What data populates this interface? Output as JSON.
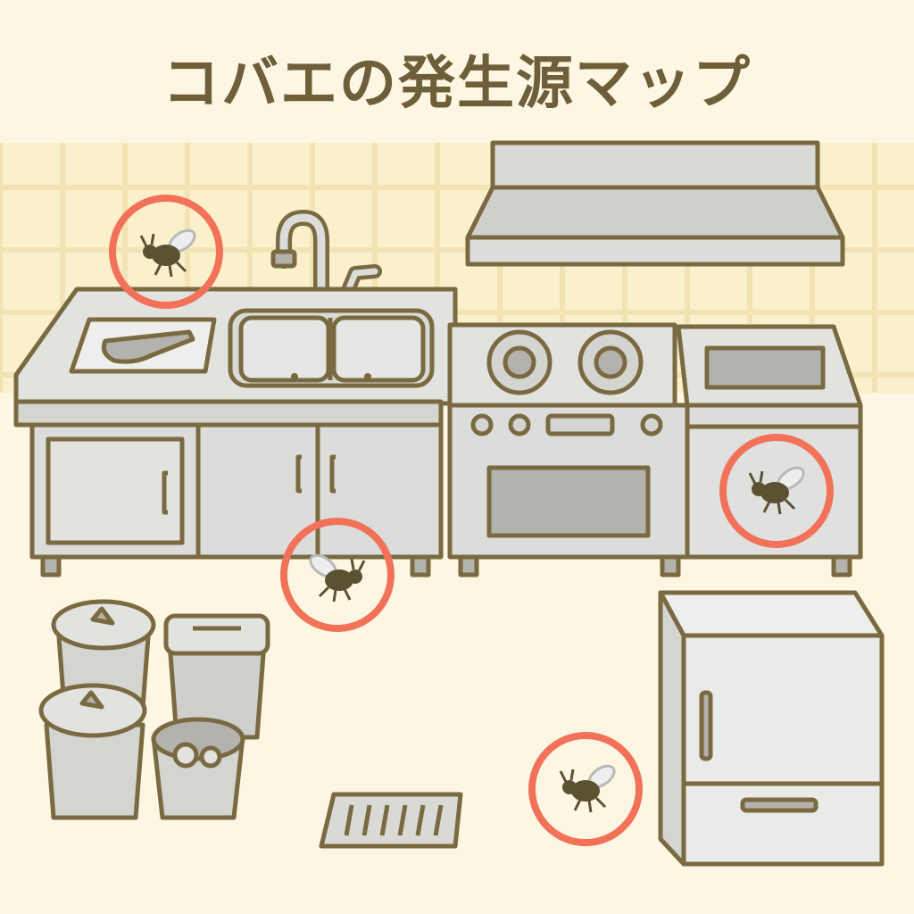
{
  "title": "コバエの発生源マップ",
  "colors": {
    "background": "#fdf6e2",
    "wall_tile": "#fbf0cc",
    "tile_grout": "#f2e3b4",
    "outline": "#7a6a42",
    "appliance": "#dcdcda",
    "appliance_dark": "#b4b2ac",
    "highlight_ring": "#f27259",
    "fly_body": "#5b5234",
    "fly_wing": "#c8c8c8"
  },
  "hotspots": [
    {
      "name": "sink-corner-fly-hotspot",
      "icon": "fly-icon"
    },
    {
      "name": "stove-cabinet-fly-hotspot",
      "icon": "fly-icon"
    },
    {
      "name": "under-sink-fly-hotspot",
      "icon": "fly-icon"
    },
    {
      "name": "floor-near-fridge-fly-hotspot",
      "icon": "fly-icon"
    }
  ]
}
